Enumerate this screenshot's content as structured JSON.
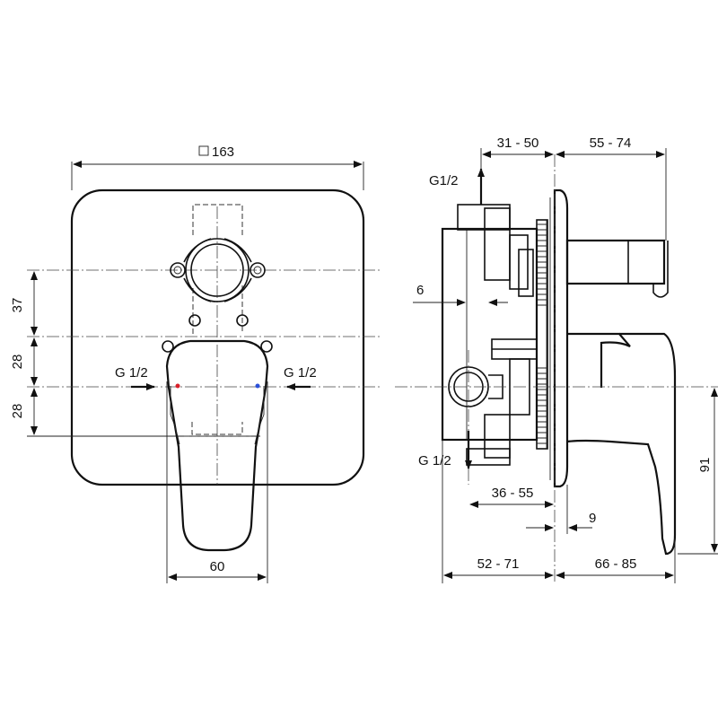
{
  "front_view": {
    "width_dim": "163",
    "dim_37": "37",
    "dim_28_upper": "28",
    "dim_28_lower": "28",
    "dim_60": "60",
    "inlet_left": "G 1/2",
    "inlet_right": "G 1/2"
  },
  "side_view": {
    "outlet_top": "G1/2",
    "outlet_bottom": "G 1/2",
    "dim_31_50": "31 - 50",
    "dim_55_74": "55 - 74",
    "dim_6": "6",
    "dim_36_55": "36 - 55",
    "dim_9": "9",
    "dim_52_71": "52 - 71",
    "dim_66_85": "66 - 85",
    "dim_91": "91"
  },
  "colors": {
    "line": "#111111",
    "hot_marker": "#d8202a",
    "cold_marker": "#2a4fd8"
  }
}
